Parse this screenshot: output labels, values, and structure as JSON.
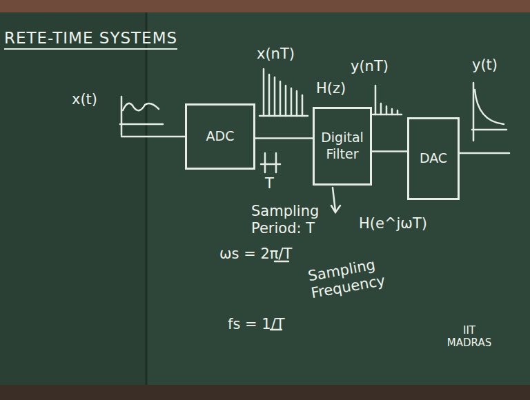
{
  "diagram": {
    "title": "RETE-TIME SYSTEMS",
    "nodes": [
      {
        "text": [
          "ADC"
        ]
      },
      {
        "text": [
          "Digital Filter"
        ]
      },
      {
        "text": [
          "DAC"
        ]
      }
    ],
    "edges": [
      {
        "from": 0,
        "to": 1,
        "arrow": "none"
      },
      {
        "from": 1,
        "to": 2,
        "arrow": "none"
      }
    ],
    "labels": [
      "x(t)",
      "x(nT)",
      "T",
      "Sampling Period: T",
      "H(z)",
      "y(nT)",
      "y(t)",
      "H(e^jωT)",
      "ωs = 2π/T",
      "Sampling Frequency",
      "fs = 1/T",
      "IIT MADRAS"
    ]
  }
}
